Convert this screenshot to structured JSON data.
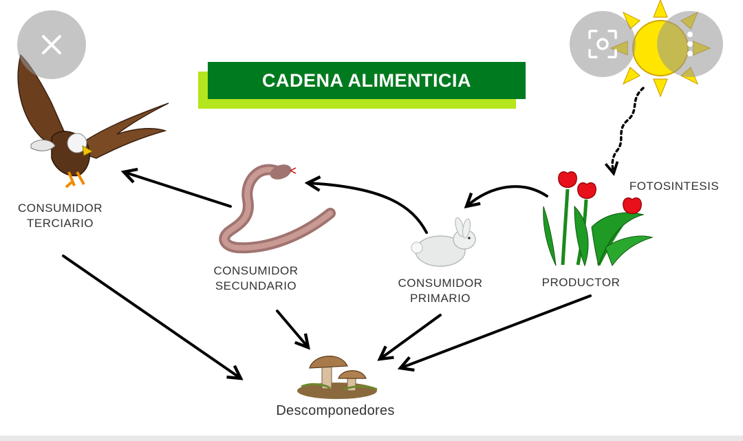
{
  "title": "CADENA ALIMENTICIA",
  "labels": {
    "tertiary": [
      "CONSUMIDOR",
      "TERCIARIO"
    ],
    "secondary": [
      "CONSUMIDOR",
      "SECUNDARIO"
    ],
    "primary": [
      "CONSUMIDOR",
      "PRIMARIO"
    ],
    "producer": "PRODUCTOR",
    "photosynthesis": "FOTOSINTESIS",
    "decomposers": "Descomponedores"
  },
  "icons": {
    "eagle": "eagle-icon",
    "snake": "snake-icon",
    "rabbit": "rabbit-icon",
    "tulips": "tulip-icon",
    "sun": "sun-icon",
    "mushrooms": "mushroom-icon",
    "close": "close-icon",
    "lens": "lens-search-icon"
  },
  "colors": {
    "title_bg": "#007a1f",
    "title_shadow": "#b5e61d",
    "sun": "#ffe600",
    "tulip": "#e8101a",
    "stem": "#1a8a1a"
  }
}
